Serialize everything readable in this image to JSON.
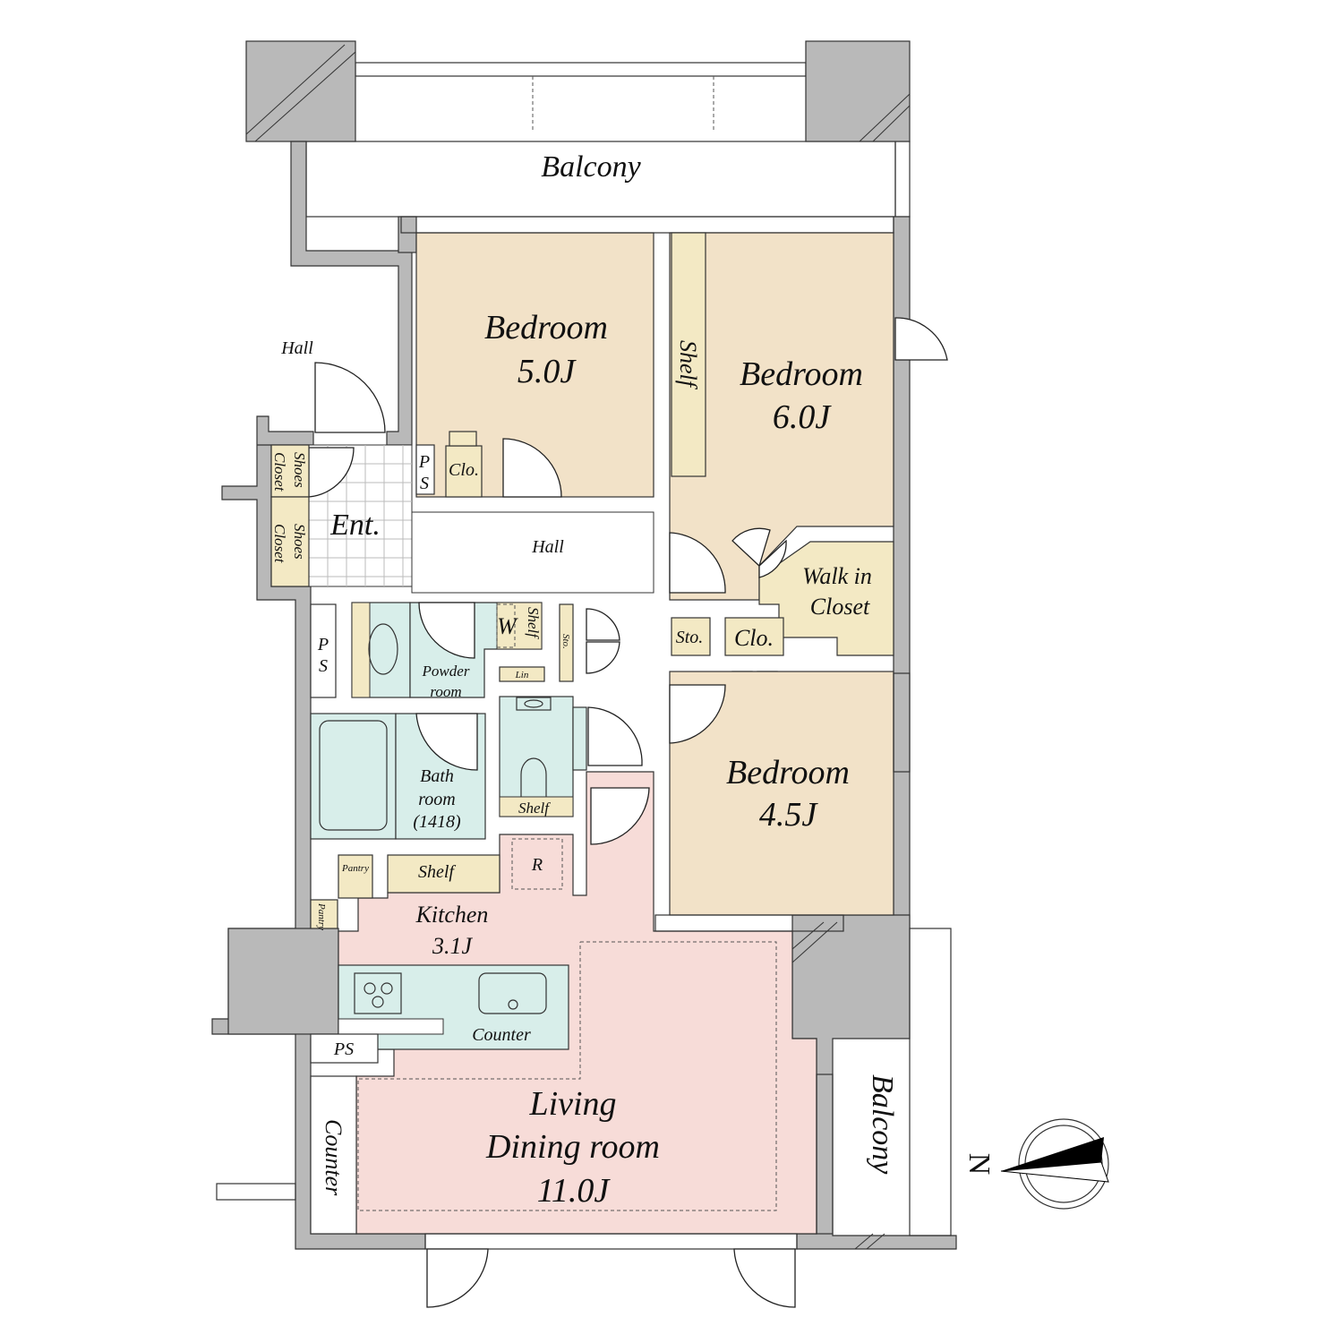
{
  "colors": {
    "bedroom": "#f2e2c8",
    "storage": "#f3e9c4",
    "wet_area": "#d8eeea",
    "living": "#f7dcd8",
    "wall": "#b9b9b9"
  },
  "rooms": {
    "balcony_top": "Balcony",
    "balcony_right": "Balcony",
    "hall_outer": "Hall",
    "bedroom1": {
      "name": "Bedroom",
      "size": "5.0J"
    },
    "bedroom2": {
      "name": "Bedroom",
      "size": "6.0J"
    },
    "bedroom3": {
      "name": "Bedroom",
      "size": "4.5J"
    },
    "shelf_bedroom2": "Shelf",
    "walk_in_closet": {
      "line1": "Walk in",
      "line2": "Closet"
    },
    "entrance": "Ent.",
    "shoes_closet_1": {
      "line1": "Shoes",
      "line2": "Closet"
    },
    "shoes_closet_2": {
      "line1": "Shoes",
      "line2": "Closet"
    },
    "ps_top": {
      "line1": "P",
      "line2": "S"
    },
    "clo_top": "Clo.",
    "hall_inner": "Hall",
    "ps_left": {
      "line1": "P",
      "line2": "S"
    },
    "powder_room": {
      "line1": "Powder",
      "line2": "room"
    },
    "w_label": "W",
    "shelf_powder": "Shelf",
    "linen": "Lin",
    "sto_small": "Sto.",
    "sto": "Sto.",
    "clo_mid": "Clo.",
    "bath_room": {
      "line1": "Bath",
      "line2": "room",
      "line3": "(1418)"
    },
    "shelf_toilet": "Shelf",
    "pantry1": "Pantry",
    "pantry2": "Pantry",
    "shelf_kitchen": "Shelf",
    "refrigerator": "R",
    "kitchen": {
      "name": "Kitchen",
      "size": "3.1J"
    },
    "kitchen_counter": "Counter",
    "ps_kitchen": "PS",
    "counter_left": "Counter",
    "living": {
      "line1": "Living",
      "line2": "Dining room",
      "size": "11.0J"
    }
  },
  "compass": {
    "north_label": "N"
  }
}
